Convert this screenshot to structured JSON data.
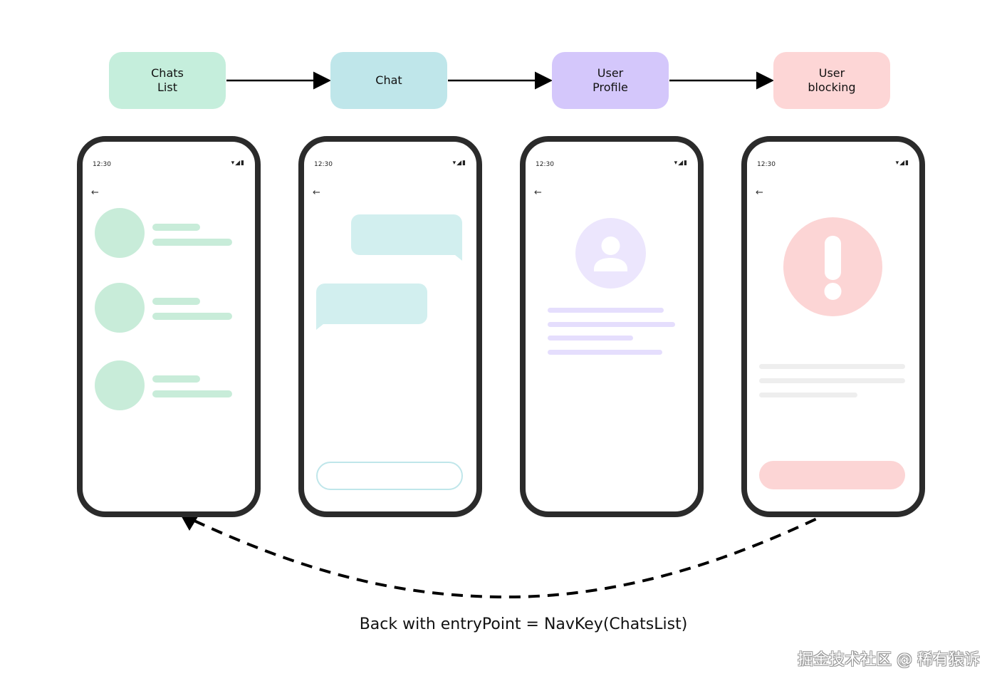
{
  "nodes": [
    {
      "id": "chats-list",
      "label": "Chats\nList"
    },
    {
      "id": "chat",
      "label": "Chat"
    },
    {
      "id": "user-profile",
      "label": "User\nProfile"
    },
    {
      "id": "user-blocking",
      "label": "User\nblocking"
    }
  ],
  "phones": [
    {
      "time": "12:30",
      "screen": "chats-list"
    },
    {
      "time": "12:30",
      "screen": "chat"
    },
    {
      "time": "12:30",
      "screen": "user-profile"
    },
    {
      "time": "12:30",
      "screen": "user-blocking"
    }
  ],
  "icons": {
    "status": "signal-battery-icons",
    "back": "back-arrow-icon",
    "person": "person-icon",
    "alert": "exclamation-icon"
  },
  "edges": [
    {
      "from": "chats-list",
      "to": "chat",
      "style": "solid"
    },
    {
      "from": "chat",
      "to": "user-profile",
      "style": "solid"
    },
    {
      "from": "user-profile",
      "to": "user-blocking",
      "style": "solid"
    },
    {
      "from": "user-blocking",
      "to": "chats-list",
      "style": "dashed"
    }
  ],
  "caption": "Back with entryPoint = NavKey(ChatsList)",
  "watermark": "掘金技术社区 @ 稀有猿诉",
  "colors": {
    "chats_list": "#c5eedc",
    "chat": "#bfe6ea",
    "user_profile": "#d4c7fb",
    "user_blocking": "#fdd6d6",
    "phone_frame": "#2b2b2b"
  }
}
